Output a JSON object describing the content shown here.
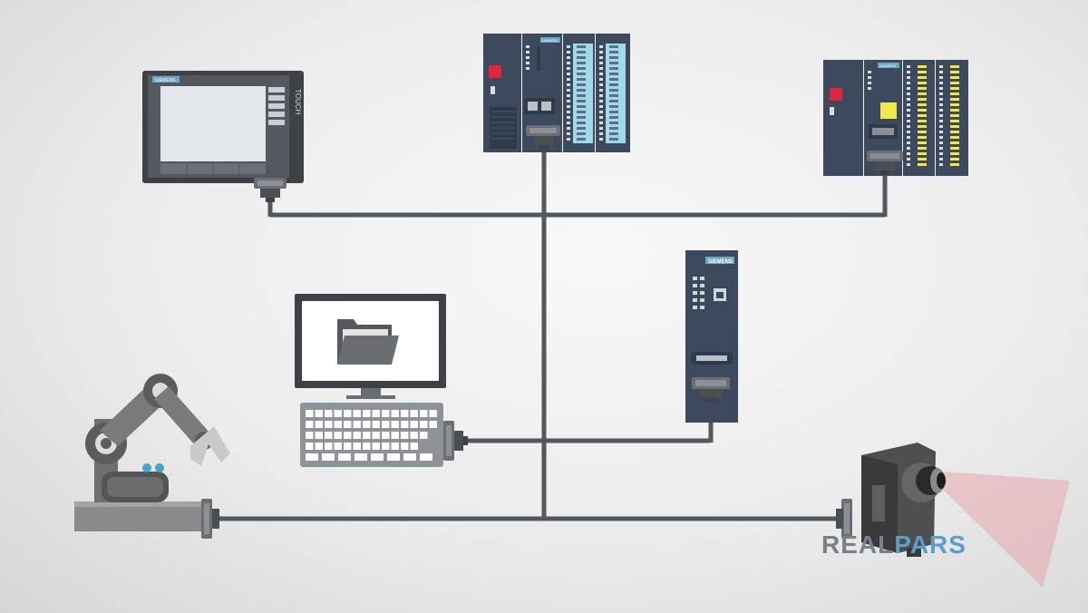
{
  "brand": {
    "device_brand": "SIEMENS",
    "panel_label": "TOUCH"
  },
  "logo": {
    "part1": "REAL",
    "part2": "PARS"
  },
  "colors": {
    "cable": "#54575b",
    "module": "#3d4a5e",
    "module_dark": "#2f3a4b",
    "led_cyan": "#9fd9ea",
    "led_yellow": "#f1e64a",
    "red": "#e0263f",
    "gray_device": "#6f6f6f",
    "laser": "#e79aa0"
  },
  "nodes": [
    {
      "id": "hmi-touch-panel",
      "icon": "touch-panel-icon"
    },
    {
      "id": "plc-s7-300",
      "icon": "plc-icon"
    },
    {
      "id": "plc-remote",
      "icon": "plc-icon"
    },
    {
      "id": "network-switch",
      "icon": "switch-icon"
    },
    {
      "id": "engineering-pc",
      "icon": "computer-icon"
    },
    {
      "id": "robot-arm",
      "icon": "robot-arm-icon"
    },
    {
      "id": "vision-camera",
      "icon": "camera-icon"
    }
  ]
}
